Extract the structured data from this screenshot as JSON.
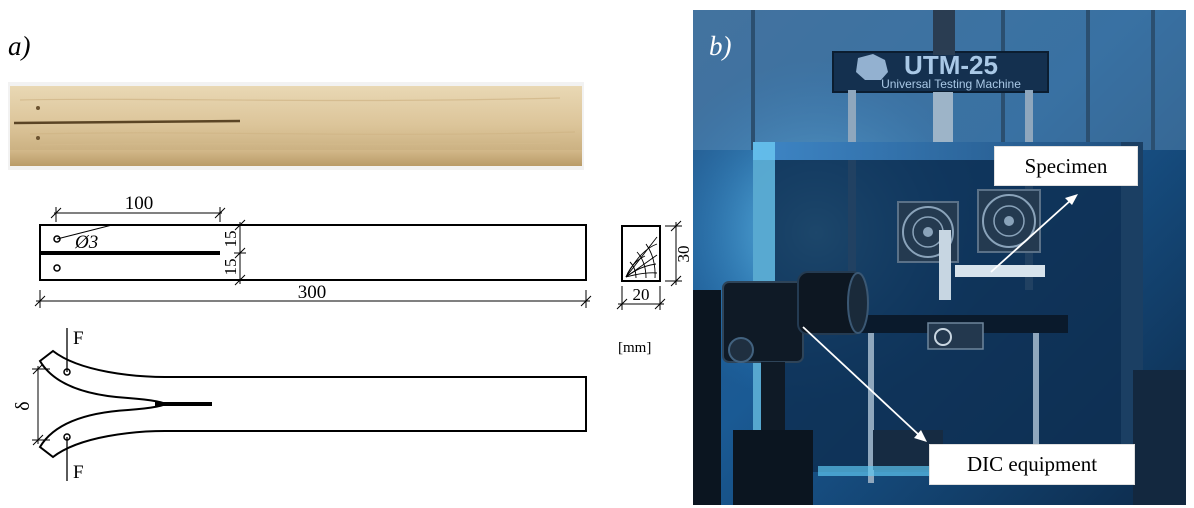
{
  "panel_a": {
    "tag": "a)",
    "dimensions": {
      "length_100": "100",
      "hole_diameter": "Ø3",
      "offset_top": "15",
      "offset_bottom": "15",
      "total_length": "300",
      "height": "30",
      "width": "20"
    },
    "unit": "[mm]",
    "force_top": "F",
    "force_bottom": "F",
    "opening": "δ"
  },
  "panel_b": {
    "tag": "b)",
    "machine_brand": "UTM-25",
    "machine_subtitle": "Universal Testing Machine",
    "label_specimen": "Specimen",
    "label_dic": "DIC equipment"
  },
  "colors": {
    "wood": "#dcc59a",
    "wood_dark": "#c8ad7d",
    "lab_blue": "#1f74b8",
    "lab_cyan": "#44c7f2",
    "frame_dark": "#0a1a2c"
  }
}
